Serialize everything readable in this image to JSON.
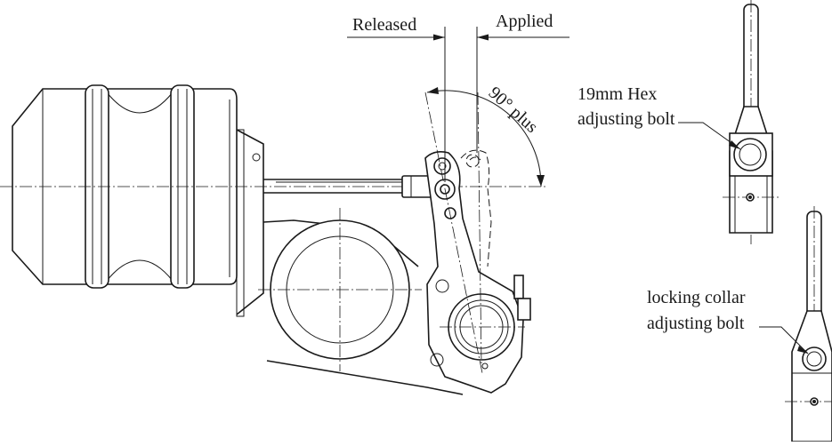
{
  "labels": {
    "released": "Released",
    "applied": "Applied",
    "angle": "90° plus",
    "hex_bolt_line1": "19mm Hex",
    "hex_bolt_line2": "adjusting bolt",
    "collar_bolt_line1": "locking collar",
    "collar_bolt_line2": "adjusting bolt"
  }
}
